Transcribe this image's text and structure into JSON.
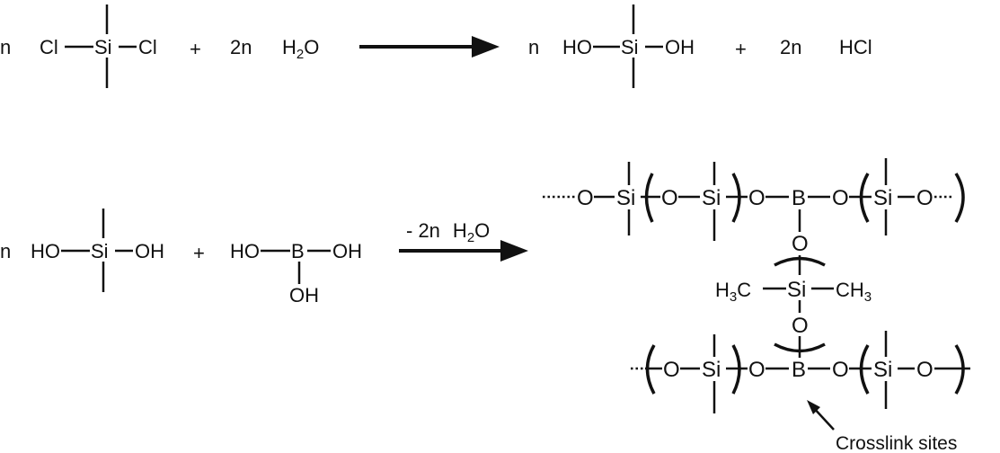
{
  "diagram": {
    "reaction1": {
      "coef_n": "n",
      "reactant_left": "Cl",
      "reactant_center": "Si",
      "reactant_right": "Cl",
      "plus": "+",
      "water_coef": "2n",
      "water_h": "H",
      "water_sub": "2",
      "water_o": "O",
      "product_coef": "n",
      "product_left": "HO",
      "product_center": "Si",
      "product_right": "OH",
      "plus2": "+",
      "hcl_coef": "2n",
      "hcl": "HCl"
    },
    "reaction2": {
      "coef_n": "n",
      "silanol_left": "HO",
      "silanol_center": "Si",
      "silanol_right": "OH",
      "plus": "+",
      "boric_left": "HO",
      "boric_center": "B",
      "boric_right": "OH",
      "boric_bottom": "OH",
      "condition_prefix": "- 2n",
      "condition_h": "H",
      "condition_sub": "2",
      "condition_o": "O"
    },
    "polymer": {
      "o": "O",
      "si": "Si",
      "b": "B",
      "h": "H",
      "c": "C",
      "sub3": "3",
      "ch3_right": "CH",
      "crosslink_label": "Crosslink sites"
    }
  }
}
